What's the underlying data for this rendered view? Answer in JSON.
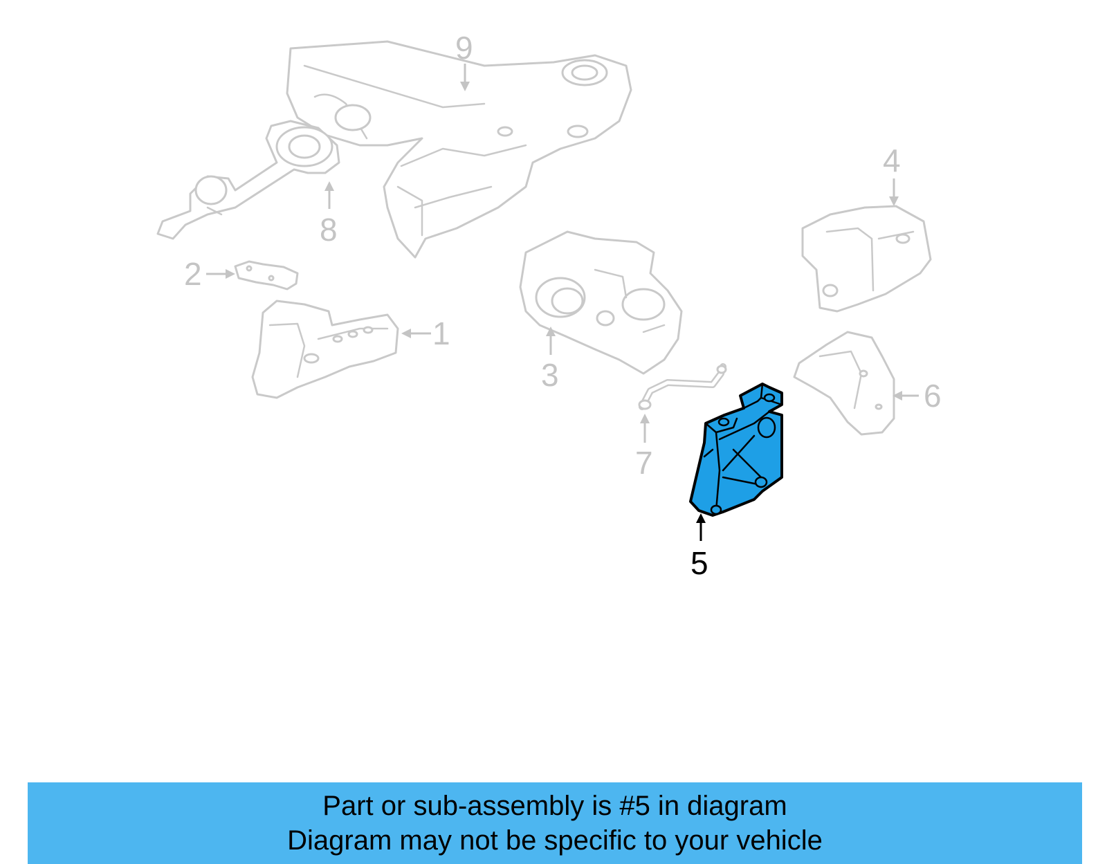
{
  "highlight_color": "#1E9FE6",
  "ghost_color": "#C9C9C9",
  "banner_color": "#4DB6F0",
  "callouts": [
    "1",
    "2",
    "3",
    "4",
    "5",
    "6",
    "7",
    "8",
    "9"
  ],
  "highlighted_part": "5",
  "banner": {
    "line1": "Part or sub-assembly is #5 in diagram",
    "line2": "Diagram may not be specific to your vehicle"
  }
}
